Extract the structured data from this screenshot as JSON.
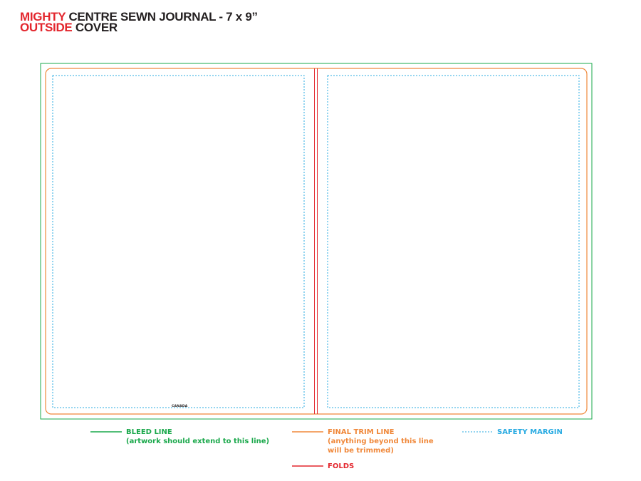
{
  "title": {
    "brand_line1": "MIGHTY",
    "brand_line2": "OUTSIDE",
    "product_line1": "CENTRE SEWN JOURNAL - 7 x 9”",
    "product_line2": "COVER"
  },
  "back_cover_mark": "CANADA",
  "legend": {
    "bleed": {
      "label": "BLEED LINE",
      "note": "(artwork should extend to this line)",
      "color": "#1aa84b"
    },
    "trim": {
      "label": "FINAL TRIM LINE",
      "note_line1": "(anything beyond this line",
      "note_line2": "will be trimmed)",
      "color": "#f0883a"
    },
    "safety": {
      "label": "SAFETY MARGIN",
      "color": "#29abe2"
    },
    "folds": {
      "label": "FOLDS",
      "color": "#e3262d"
    }
  }
}
